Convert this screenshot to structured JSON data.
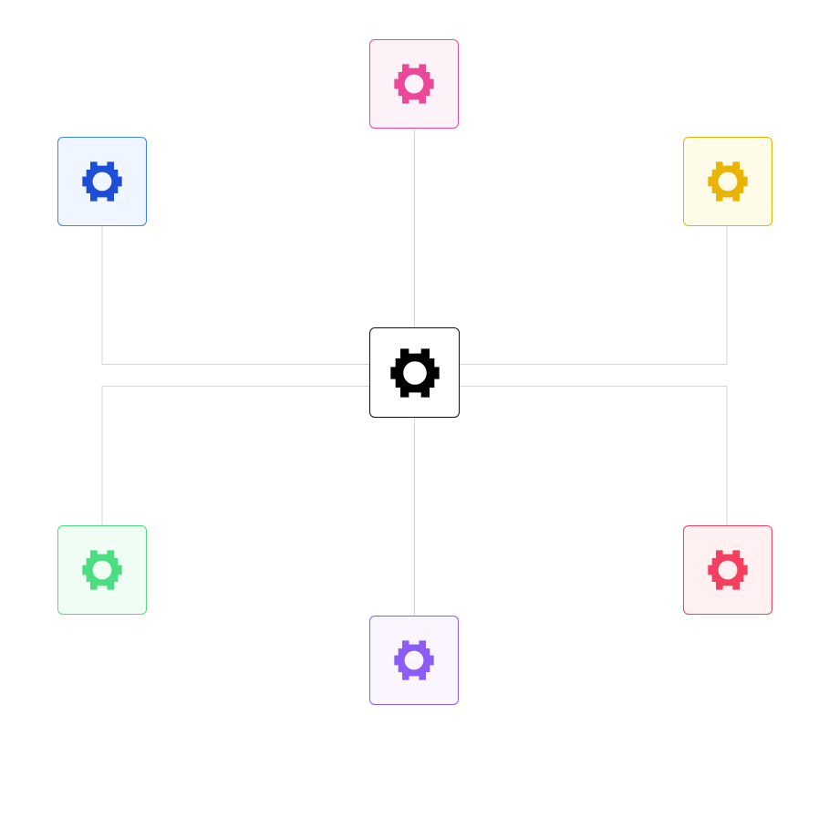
{
  "diagram": {
    "line_color": "#d4d4d8",
    "center_node": {
      "icon": "puzzle-icon",
      "border": "#111111",
      "fill": "#ffffff",
      "icon_color": "#000000"
    },
    "satellite_nodes": [
      {
        "id": "top",
        "icon": "puzzle-icon",
        "border": "#ec4899",
        "fill": "#fdf2f8",
        "icon_color": "#ec4899"
      },
      {
        "id": "upper-left",
        "icon": "puzzle-icon",
        "border": "#3b82f6",
        "fill": "#eff6ff",
        "icon_color": "#1d4ed8"
      },
      {
        "id": "upper-right",
        "icon": "puzzle-icon",
        "border": "#eab308",
        "fill": "#fefce8",
        "icon_color": "#eab308"
      },
      {
        "id": "lower-left",
        "icon": "puzzle-icon",
        "border": "#4ade80",
        "fill": "#f0fdf4",
        "icon_color": "#4ade80"
      },
      {
        "id": "lower-right",
        "icon": "puzzle-icon",
        "border": "#f43f5e",
        "fill": "#fff1f2",
        "icon_color": "#f43f5e"
      },
      {
        "id": "bottom",
        "icon": "puzzle-icon",
        "border": "#8b5cf6",
        "fill": "#faf5ff",
        "icon_color": "#8b5cf6"
      }
    ]
  }
}
